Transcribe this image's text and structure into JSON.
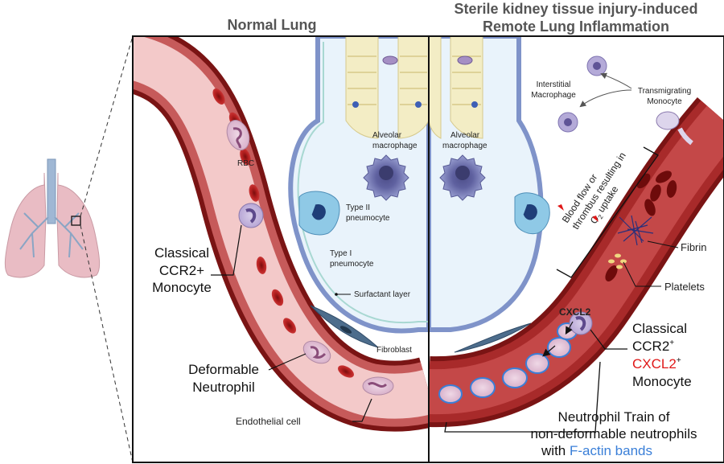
{
  "headers": {
    "normal": "Normal Lung",
    "injury_line1": "Sterile kidney tissue injury-induced",
    "injury_line2": "Remote Lung Inflammation"
  },
  "left_labels": {
    "rbc": "RBC",
    "classical_monocyte": [
      "Classical",
      "CCR2+",
      "Monocyte"
    ],
    "deformable_neutrophil": [
      "Deformable",
      "Neutrophil"
    ],
    "endothelial_cell": "Endothelial cell",
    "alveolar_macrophage": [
      "Alveolar",
      "macrophage"
    ],
    "type2_pneumocyte": [
      "Type II",
      "pneumocyte"
    ],
    "type1_pneumocyte": [
      "Type I",
      "pneumocyte"
    ],
    "surfactant_layer": "Surfactant layer",
    "fibroblast": "Fibroblast"
  },
  "right_labels": {
    "alveolar_macrophage": [
      "Alveolar",
      "macrophage"
    ],
    "interstitial_macrophage": [
      "Interstitial",
      "Macrophage"
    ],
    "transmigrating_monocyte": [
      "Transmigrating",
      "Monocyte"
    ],
    "blood_flow_line1": "Blood flow or",
    "blood_flow_line2": "thrombus resulting in",
    "blood_flow_line3_a": "O",
    "blood_flow_line3_sub": "2",
    "blood_flow_line3_b": " uptake",
    "fibrin": "Fibrin",
    "platelets": "Platelets",
    "cxcl2": "CXCL2",
    "classical_line1": "Classical",
    "classical_line2": "CCR2",
    "classical_line2_sup": "+",
    "classical_line3": "CXCL2",
    "classical_line3_sup": "+",
    "classical_line4": "Monocyte",
    "train_line1": "Neutrophil Train of",
    "train_line2": "non-deformable neutrophils",
    "train_line3_a": "with ",
    "train_line3_b": "F-actin bands"
  },
  "colors": {
    "vessel_wall": "#8b1a1a",
    "vessel_lumen": "#f3c9c9",
    "rbc": "#b52020",
    "alveolus": "#e9f3fb",
    "alveolus_border": "#7f93c9",
    "macrophage": "#7b7db6",
    "cxcl2_red": "#e01818",
    "factin_blue": "#3a7fd8",
    "header_gray": "#555555"
  }
}
